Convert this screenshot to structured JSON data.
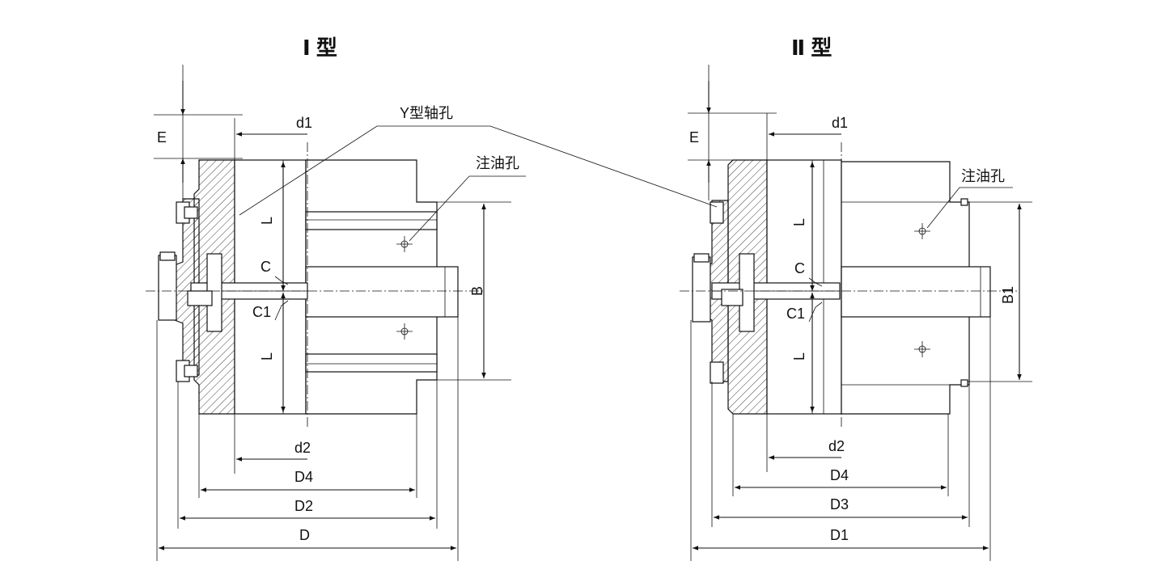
{
  "figures": [
    {
      "title": "Ⅰ 型",
      "labels": {
        "E": "E",
        "d1": "d1",
        "L_top": "L",
        "L_bottom": "L",
        "C": "C",
        "C1": "C1",
        "B": "B",
        "d2": "d2",
        "D4": "D4",
        "D2": "D2",
        "D": "D",
        "oil_hole": "注油孔"
      }
    },
    {
      "title": "Ⅱ 型",
      "labels": {
        "E": "E",
        "d1": "d1",
        "L_top": "L",
        "L_bottom": "L",
        "C": "C",
        "C1": "C1",
        "B1": "B1",
        "d2": "d2",
        "D4": "D4",
        "D3": "D3",
        "D1": "D1",
        "oil_hole": "注油孔"
      }
    }
  ],
  "shared_callout": "Y型轴孔"
}
